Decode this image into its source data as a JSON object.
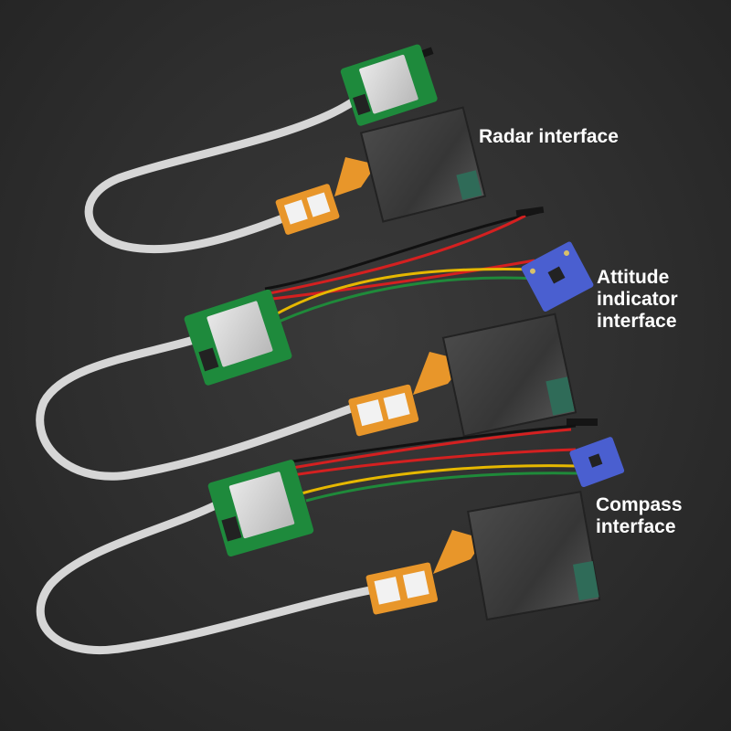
{
  "labels": {
    "radar": "Radar interface",
    "attitude_line1": "Attitude",
    "attitude_line2": "indicator",
    "attitude_line3": "interface",
    "compass_line1": "Compass",
    "compass_line2": "interface"
  },
  "colors": {
    "background": "#2e2e2e",
    "pcb_green": "#1e8a3c",
    "module_silver": "#cfcfcf",
    "adapter_orange": "#e8962a",
    "flex_cable": "#d9d9d9",
    "display_panel": "#3b3b3b",
    "sensor_blue": "#4a5fd0",
    "wire_red": "#d42020",
    "wire_yellow": "#e6b800",
    "wire_green": "#1f8a3a",
    "wire_black": "#111111"
  }
}
